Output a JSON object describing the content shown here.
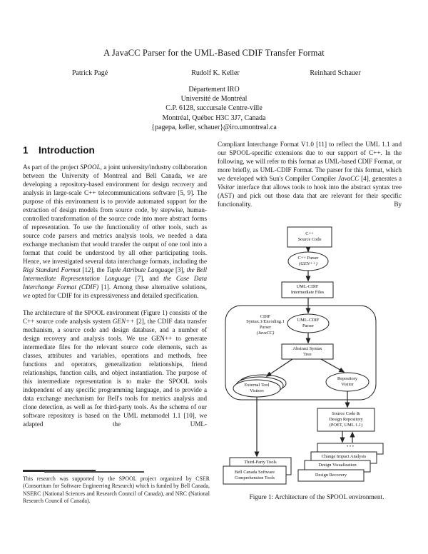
{
  "page": {
    "title": "A JavaCC Parser for the UML-Based CDIF Transfer Format",
    "authors": [
      "Patrick Pagé",
      "Rudolf K. Keller",
      "Reinhard Schauer"
    ],
    "affiliation": [
      "Département IRO",
      "Université de Montréal",
      "C.P. 6128, succursale Centre-ville",
      "Montréal, Québec H3C 3J7, Canada",
      "{pagepa, keller, schauer}@iro.umontreal.ca"
    ]
  },
  "section": {
    "number": "1",
    "title": "Introduction"
  },
  "left_column": {
    "para1": [
      {
        "t": "As part of the project "
      },
      {
        "t": "SPOOL",
        "i": true
      },
      {
        "t": ", a joint university/industry collaboration between the University of Montreal and Bell Canada, we are developing a repository-based environment for design recovery and analysis in large-scale C++ telecommunications software [5, 9]. The purpose of this environment is to provide automated support for the extraction of design models from source code, by stepwise, human-controlled transformation of the source code into more abstract forms of representation. To use the functionality of other tools, such as source code parsers and metrics analysis tools, we needed a data exchange mechanism that would transfer the output of one tool into a format that could be understood by all other participating tools. Hence, we investigated several data interchange formats, including the "
      },
      {
        "t": "Rigi Standard Format",
        "i": true
      },
      {
        "t": " [12], the "
      },
      {
        "t": "Tuple Attribute Language",
        "i": true
      },
      {
        "t": " [3], "
      },
      {
        "t": "the Bell Intermediate Representation Language",
        "i": true
      },
      {
        "t": " [7], and "
      },
      {
        "t": "the Case Data Interchange Format (CDIF)",
        "i": true
      },
      {
        "t": " [1]. Among these alternative solutions, we opted for CDIF for its expressiveness and detailed specification."
      }
    ],
    "para2": [
      {
        "t": "The architecture of the SPOOL environment (Figure 1) consists of the C++ source code analysis system "
      },
      {
        "t": "GEN++",
        "i": true
      },
      {
        "t": " [2], the CDIF data transfer mechanism, a source code and design database, and a number of design recovery and analysis tools. We use GEN++ to generate intermediate files for the relevant source code elements, such as classes, attributes and variables, operations and methods, free functions and operators, generalization relationships, friend relationships, function calls, and object instantiation. The purpose of this intermediate representation is to make the SPOOL tools independent of any specific programming language, and to provide a data exchange mechanism for Bell's tools for metrics analysis and clone detection, as well as for third-party tools. As the schema of our software repository is based on the UML metamodel 1.1 [10], we adapted the UML-"
      }
    ],
    "footnote": "This research was supported by the SPOOL project organized by CSER (Consortium for Software Engineering Research) which is funded by Bell Canada, NSERC (National Sciences and Research Council of Canada), and NRC (National Research Council of Canada)."
  },
  "right_column": {
    "para1": [
      {
        "t": "Compliant Interchange Format V1.0 [11] to reflect the UML 1.1 and our SPOOL-specific extensions due to our support of C++. In the following, we will refer to this format as UML-based CDIF Format, or more briefly, as UML-CDIF Format. The parser for this format, which we developed with Sun's Compiler Compiler "
      },
      {
        "t": "JavaCC",
        "i": true
      },
      {
        "t": " [4], generates a "
      },
      {
        "t": "Visitor",
        "i": true
      },
      {
        "t": " interface that allows tools to hook into the abstract syntax tree (AST) and pick out those data that are relevant for their specific functionality. By"
      }
    ]
  },
  "figure": {
    "caption": "Figure 1: Architecture of the SPOOL environment.",
    "nodes": {
      "cpp_source": {
        "label": "C++\nSource Code"
      },
      "cpp_parser": {
        "label": "C++ Parser",
        "sublabel": "(GEN++)"
      },
      "intermediate_files": {
        "label": "UML-CDIF\nIntermediate Files"
      },
      "cdif_parser_container": {
        "label": "CDIF\nSyntax.1/Encoding.1\nParser",
        "sublabel": "(JavaCC)"
      },
      "uml_cdif_parser": {
        "label": "UML-CDIF\nParser"
      },
      "ast": {
        "label": "Abstract Syntax\nTree"
      },
      "external_tool_visitors": {
        "label": "External Tool\nVisitors"
      },
      "repository_visitor": {
        "label": "Repository\nVisitor"
      },
      "repository": {
        "label": "Source Code &\nDesign Repository\n(POET, UML 1.1)"
      },
      "ellipsis_box": {
        "label": "• • •"
      },
      "change_impact": {
        "label": "Change Impact Analysis"
      },
      "design_visualization": {
        "label": "Design Visualization"
      },
      "design_recovery": {
        "label": "Design Recovery"
      },
      "third_party": {
        "label": "Third-Party Tools"
      },
      "bell_tools": {
        "label": "Bell Canada Software\nComprehension Tools"
      }
    }
  },
  "colors": {
    "text": "#161616",
    "line": "#222222",
    "background": "#ffffff"
  }
}
